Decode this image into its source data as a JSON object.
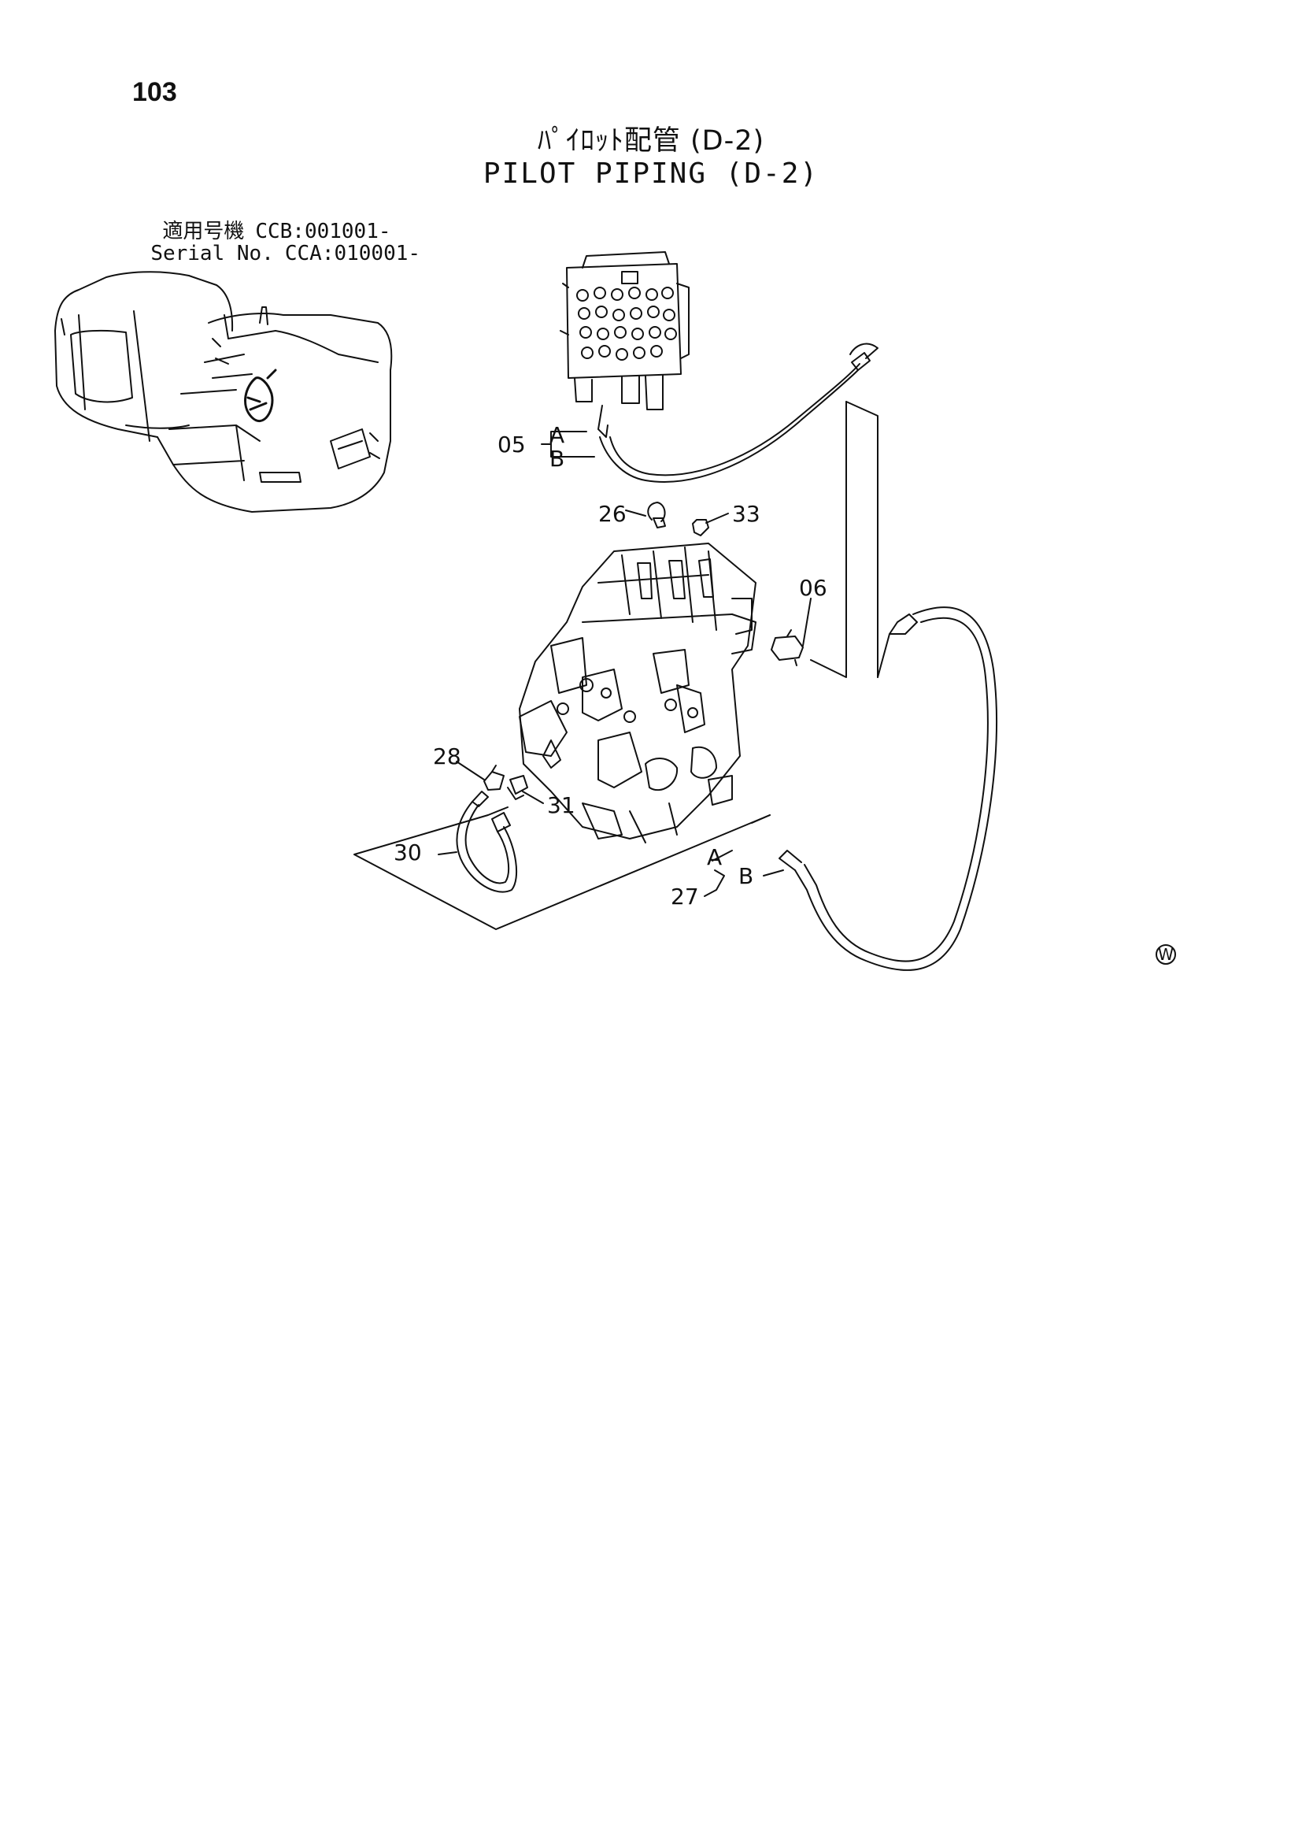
{
  "page": {
    "number": "103"
  },
  "title": {
    "japanese": "ﾊﾟｲﾛｯﾄ配管 (D-2)",
    "english": "PILOT PIPING (D-2)"
  },
  "serial": [
    {
      "label": "適用号機",
      "value": "CCB:001001-"
    },
    {
      "label": "Serial No.",
      "value": "CCA:010001-"
    }
  ],
  "callouts": {
    "c05": "05",
    "c05a": "A",
    "c05b": "B",
    "c26": "26",
    "c33": "33",
    "c06": "06",
    "c28": "28",
    "c31": "31",
    "c30": "30",
    "c27": "27",
    "c27a": "A",
    "c27b": "B"
  },
  "mark": "W"
}
